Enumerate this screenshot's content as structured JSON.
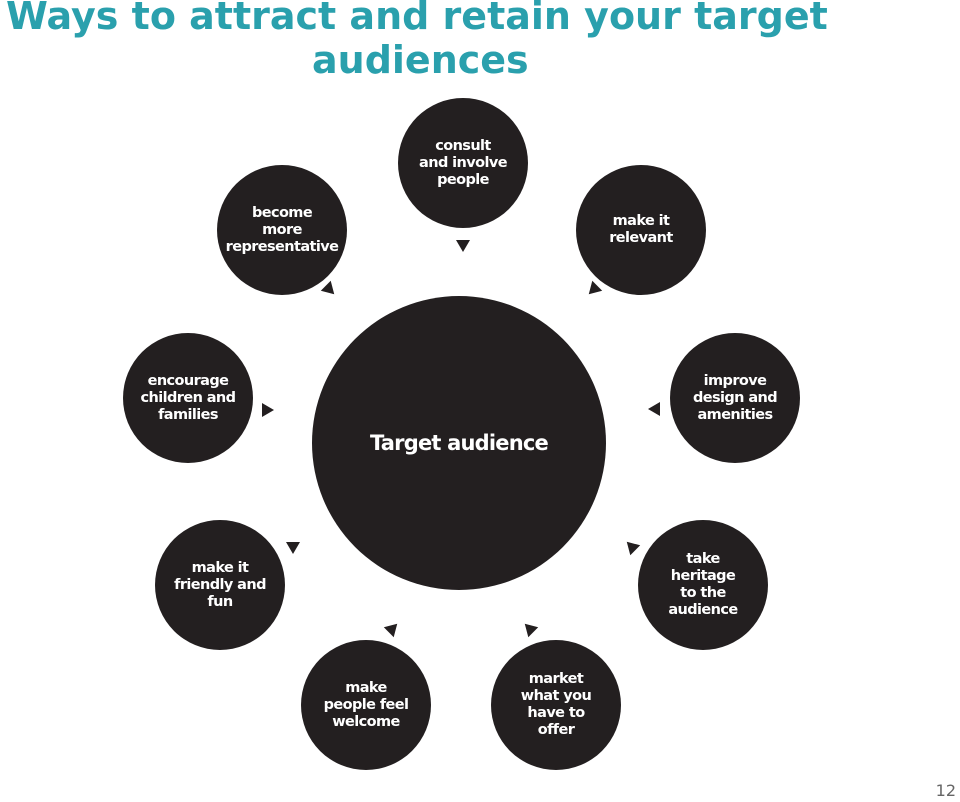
{
  "title": {
    "line1": "Ways to attract and retain your target",
    "line2": "audiences"
  },
  "diagram": {
    "center": "Target audience",
    "nodes": {
      "consult": "consult\nand involve\npeople",
      "relevant": "make it\nrelevant",
      "improve": "improve\ndesign and\namenities",
      "heritage": "take\nheritage\nto the\naudience",
      "market": "market\nwhat you\nhave to\noffer",
      "welcome": "make\npeople feel\nwelcome",
      "friendly": "make it\nfriendly and\nfun",
      "children": "encourage\nchildren and\nfamilies",
      "representative": "become\nmore\nrepresentative"
    }
  },
  "colors": {
    "title": "#2aa0ad",
    "circle": "#231f20",
    "circle_text": "#ffffff"
  },
  "page_number": "12"
}
